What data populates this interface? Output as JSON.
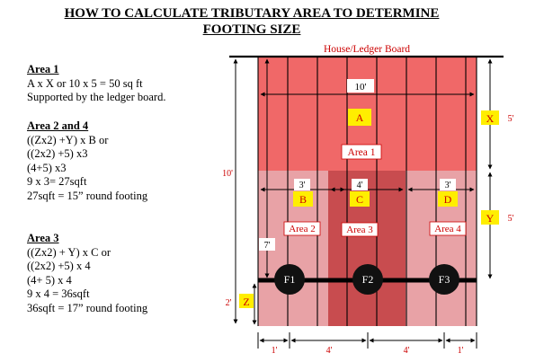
{
  "title": {
    "line1": "HOW TO CALCULATE TRIBUTARY AREA TO DETERMINE",
    "line2": "FOOTING SIZE"
  },
  "calculations": {
    "area1": {
      "heading": "Area 1",
      "lines": [
        "A x X or 10 x 5 = 50 sq ft",
        "Supported by the ledger board."
      ]
    },
    "area2and4": {
      "heading": "Area 2 and 4",
      "lines": [
        "((Zx2) +Y) x B or",
        "((2x2) +5) x3",
        "(4+5) x3",
        "9 x 3= 27sqft",
        "27sqft = 15” round footing"
      ]
    },
    "area3": {
      "heading": "Area 3",
      "lines": [
        "((Zx2) + Y) x C or",
        "((2x2) +5) x 4",
        "(4+ 5) x 4",
        "9 x 4 = 36sqft",
        "36sqft = 17” round footing"
      ]
    }
  },
  "diagram": {
    "ledger_label": "House/Ledger Board",
    "top_span": "10'",
    "label_a": "A",
    "area1_label": "Area 1",
    "dim_b": "3'",
    "label_b": "B",
    "dim_c": "4'",
    "label_c": "C",
    "dim_d": "3'",
    "label_d": "D",
    "area2_label": "Area 2",
    "area3_label": "Area 3",
    "area4_label": "Area 4",
    "cantilever_dim": "7'",
    "footing1": "F1",
    "footing2": "F2",
    "footing3": "F3",
    "left_dim": "10'",
    "label_x": "X",
    "dim_x": "5'",
    "label_y": "Y",
    "dim_y": "5'",
    "label_z": "Z",
    "dim_z": "2'",
    "bottom_dims": [
      "1'",
      "4'",
      "4'",
      "1'"
    ]
  },
  "colors": {
    "area1": "#f06868",
    "area24": "#e8a2a6",
    "area3": "#c84c4f",
    "highlight": "#ffee00",
    "label_text": "#cc0000",
    "ledger_label": "#cc0000"
  }
}
